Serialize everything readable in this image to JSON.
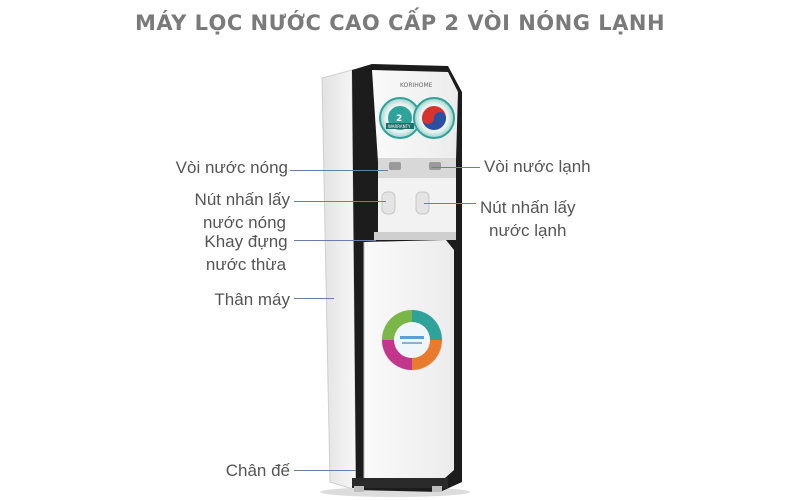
{
  "title": "MÁY LỌC NƯỚC CAO CẤP 2 VÒI NÓNG LẠNH",
  "brand_logo_text": "KORIHOME",
  "badge_text": "WARRANTY",
  "labels": {
    "hot_tap": "Vòi nước nóng",
    "cold_tap": "Vòi nước lạnh",
    "hot_button_line1": "Nút nhấn lấy",
    "hot_button_line2": "nước nóng",
    "cold_button_line1": "Nút nhấn lấy",
    "cold_button_line2": "nước lạnh",
    "drip_tray_line1": "Khay đựng",
    "drip_tray_line2": "nước thừa",
    "body": "Thân máy",
    "base": "Chân đế"
  },
  "colors": {
    "title": "#7a7a7a",
    "label": "#555555",
    "leader_line": "#6a7ea8",
    "panel_dark": "#1c1c1c",
    "body_white": "#f4f4f4",
    "accent_teal": "#2fa39a"
  }
}
